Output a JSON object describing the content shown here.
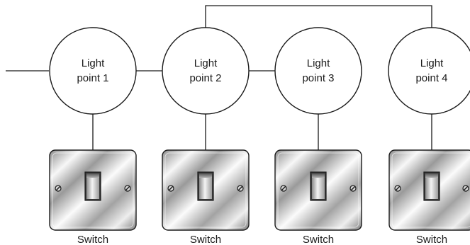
{
  "light_points": [
    {
      "line1": "Light",
      "line2": "point 1"
    },
    {
      "line1": "Light",
      "line2": "point 2"
    },
    {
      "line1": "Light",
      "line2": "point 3"
    },
    {
      "line1": "Light",
      "line2": "point 4"
    }
  ],
  "switches": [
    {
      "label": "Switch"
    },
    {
      "label": "Switch"
    },
    {
      "label": "Switch"
    },
    {
      "label": "Switch"
    }
  ]
}
